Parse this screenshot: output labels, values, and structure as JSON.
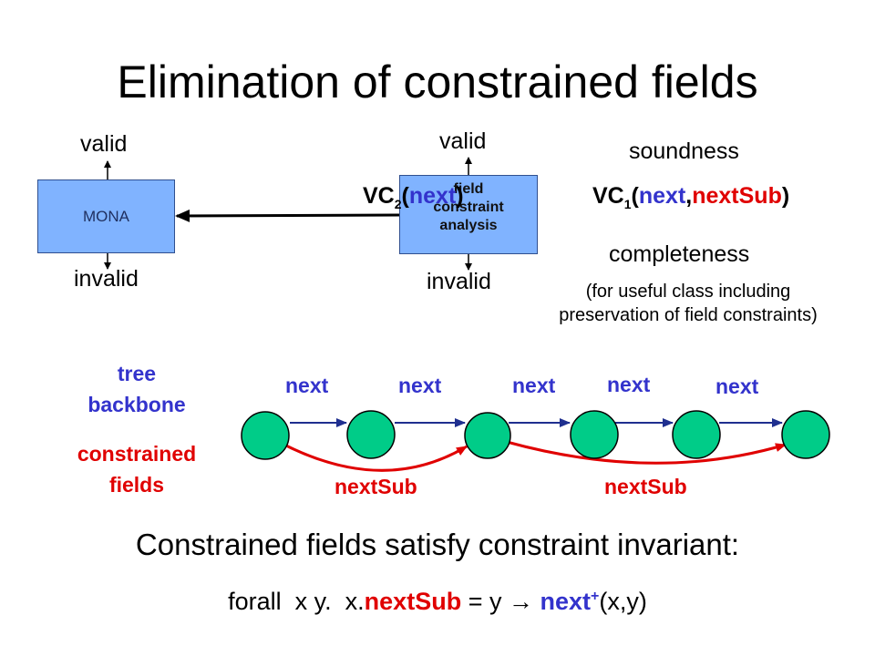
{
  "title": "Elimination of constrained fields",
  "mona": {
    "label": "MONA",
    "valid": "valid",
    "invalid": "invalid"
  },
  "fca": {
    "label_line1": "field",
    "label_line2": "constraint",
    "label_line3": "analysis",
    "valid": "valid",
    "invalid": "invalid"
  },
  "vc2": {
    "prefix": "VC",
    "sub": "2",
    "open": "(",
    "arg": "next",
    "close": ")"
  },
  "vc1": {
    "prefix": "VC",
    "sub": "1",
    "open": "(",
    "arg1": "next",
    "comma": ",",
    "arg2": "nextSub",
    "close": ")"
  },
  "soundness": "soundness",
  "completeness": "completeness",
  "completeness_note_line1": "(for useful class including",
  "completeness_note_line2": "preservation of field constraints)",
  "legend": {
    "tree_line1": "tree",
    "tree_line2": "backbone",
    "constrained_line1": "constrained",
    "constrained_line2": "fields"
  },
  "next_labels": [
    "next",
    "next",
    "next",
    "next",
    "next"
  ],
  "nextsub_labels": [
    "nextSub",
    "nextSub"
  ],
  "statement": "Constrained fields satisfy constraint invariant:",
  "formula": {
    "part1": "forall  x y.  x.",
    "field": "nextSub",
    "part2": " = y ",
    "arrow": "→",
    "rel": "next",
    "sup": "+",
    "part3": "(x,y)"
  },
  "colors": {
    "box": "#80b3ff",
    "node": "#00cc88",
    "next_edge": "#1f2f8f",
    "nextsub_edge": "#e00000",
    "next_text": "#3333cc",
    "nextsub_text": "#e00000"
  }
}
